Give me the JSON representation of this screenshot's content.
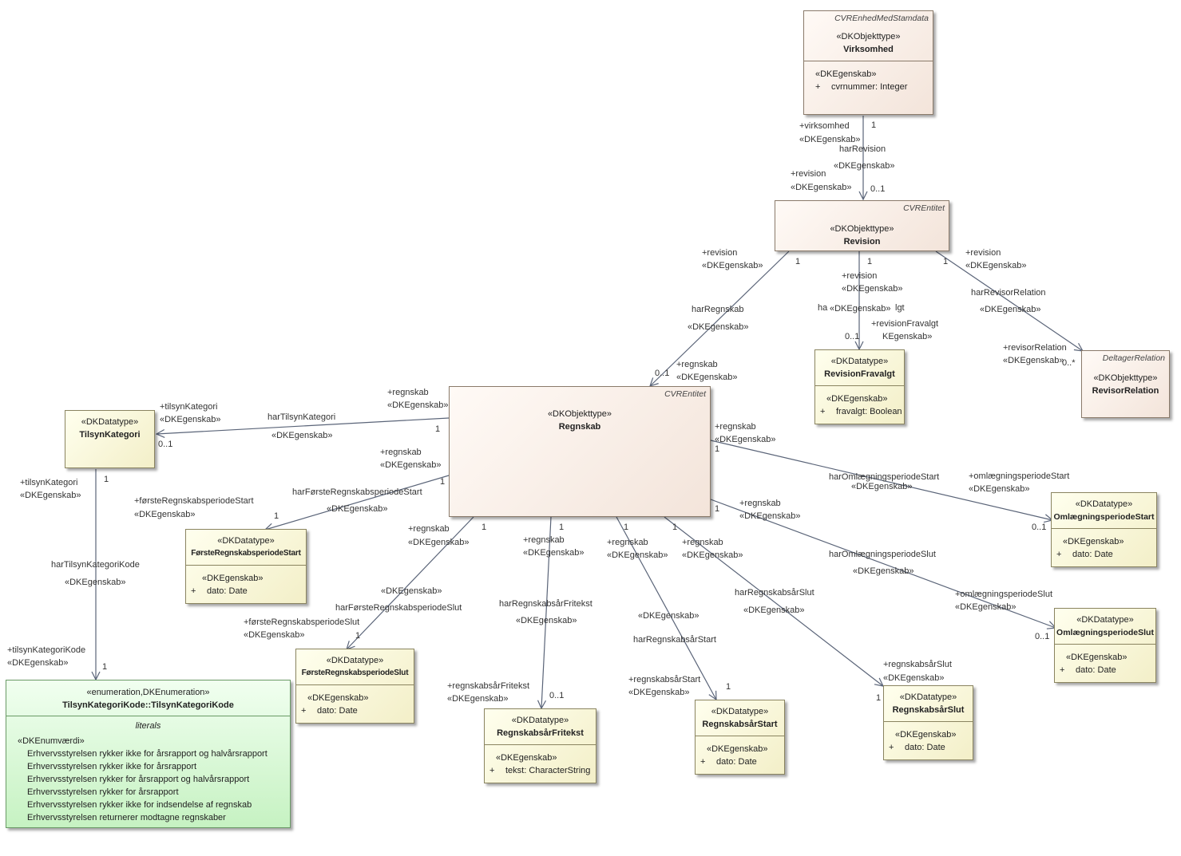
{
  "classes": {
    "virksomhed": {
      "tag": "CVREnhedMedStamdata",
      "stereotype": "«DKObjekttype»",
      "name": "Virksomhed",
      "attr_stereotype": "«DKEgenskab»",
      "attrs": [
        {
          "vis": "+",
          "text": "cvrnummer: Integer"
        }
      ]
    },
    "revision": {
      "tag": "CVREntitet",
      "stereotype": "«DKObjekttype»",
      "name": "Revision"
    },
    "regnskab": {
      "tag": "CVREntitet",
      "stereotype": "«DKObjekttype»",
      "name": "Regnskab"
    },
    "revisorrelation": {
      "tag": "DeltagerRelation",
      "stereotype": "«DKObjekttype»",
      "name": "RevisorRelation"
    },
    "revisionfravalgt": {
      "stereotype": "«DKDatatype»",
      "name": "RevisionFravalgt",
      "attr_stereotype": "«DKEgenskab»",
      "attrs": [
        {
          "vis": "+",
          "text": "fravalgt: Boolean"
        }
      ]
    },
    "tilsynkategori": {
      "stereotype": "«DKDatatype»",
      "name": "TilsynKategori"
    },
    "forsteStart": {
      "stereotype": "«DKDatatype»",
      "name": "FørsteRegnskabsperiodeStart",
      "attr_stereotype": "«DKEgenskab»",
      "attrs": [
        {
          "vis": "+",
          "text": "dato: Date"
        }
      ]
    },
    "forsteSlut": {
      "stereotype": "«DKDatatype»",
      "name": "FørsteRegnskabsperiodeSlut",
      "attr_stereotype": "«DKEgenskab»",
      "attrs": [
        {
          "vis": "+",
          "text": "dato: Date"
        }
      ]
    },
    "fritekst": {
      "stereotype": "«DKDatatype»",
      "name": "RegnskabsårFritekst",
      "attr_stereotype": "«DKEgenskab»",
      "attrs": [
        {
          "vis": "+",
          "text": "tekst: CharacterString"
        }
      ]
    },
    "aarStart": {
      "stereotype": "«DKDatatype»",
      "name": "RegnskabsårStart",
      "attr_stereotype": "«DKEgenskab»",
      "attrs": [
        {
          "vis": "+",
          "text": "dato: Date"
        }
      ]
    },
    "aarSlut": {
      "stereotype": "«DKDatatype»",
      "name": "RegnskabsårSlut",
      "attr_stereotype": "«DKEgenskab»",
      "attrs": [
        {
          "vis": "+",
          "text": "dato: Date"
        }
      ]
    },
    "omlStart": {
      "stereotype": "«DKDatatype»",
      "name": "OmlægningsperiodeStart",
      "attr_stereotype": "«DKEgenskab»",
      "attrs": [
        {
          "vis": "+",
          "text": "dato: Date"
        }
      ]
    },
    "omlSlut": {
      "stereotype": "«DKDatatype»",
      "name": "OmlægningsperiodeSlut",
      "attr_stereotype": "«DKEgenskab»",
      "attrs": [
        {
          "vis": "+",
          "text": "dato: Date"
        }
      ]
    },
    "tilsynKode": {
      "stereotype": "«enumeration,DKEnumeration»",
      "name": "TilsynKategoriKode::TilsynKategoriKode",
      "section_title": "literals",
      "literal_stereotype": "«DKEnumværdi»",
      "literals": [
        "Erhvervsstyrelsen rykker ikke for årsrapport og halvårsrapport",
        "Erhvervsstyrelsen rykker ikke for årsrapport",
        "Erhvervsstyrelsen rykker for årsrapport og halvårsrapport",
        "Erhvervsstyrelsen rykker for årsrapport",
        "Erhvervsstyrelsen rykker ikke for indsendelse af regnskab",
        "Erhvervsstyrelsen returnerer modtagne regnskaber"
      ]
    }
  },
  "labels": [
    {
      "text": "+virksomhed"
    },
    {
      "text": "«DKEgenskab»"
    },
    {
      "text": "1"
    },
    {
      "text": "harRevision"
    },
    {
      "text": "«DKEgenskab»"
    },
    {
      "text": "+revision"
    },
    {
      "text": "«DKEgenskab»"
    },
    {
      "text": "0..1"
    },
    {
      "text": "+revision"
    },
    {
      "text": "«DKEgenskab»"
    },
    {
      "text": "1"
    },
    {
      "text": "harRegnskab"
    },
    {
      "text": "«DKEgenskab»"
    },
    {
      "text": "0..1"
    },
    {
      "text": "+regnskab"
    },
    {
      "text": "«DKEgenskab»"
    },
    {
      "text": "1"
    },
    {
      "text": "+revision"
    },
    {
      "text": "«DKEgenskab»"
    },
    {
      "text": "ha"
    },
    {
      "text": "«DKEgenskab»"
    },
    {
      "text": "lgt"
    },
    {
      "text": "+revisionFravalgt"
    },
    {
      "text": "0..1"
    },
    {
      "text": "KEgenskab»"
    },
    {
      "text": "1"
    },
    {
      "text": "+revision"
    },
    {
      "text": "«DKEgenskab»"
    },
    {
      "text": "harRevisorRelation"
    },
    {
      "text": "«DKEgenskab»"
    },
    {
      "text": "+revisorRelation"
    },
    {
      "text": "«DKEgenskab»"
    },
    {
      "text": "0..*"
    },
    {
      "text": "+regnskab"
    },
    {
      "text": "«DKEgenskab»"
    },
    {
      "text": "1"
    },
    {
      "text": "harTilsynKategori"
    },
    {
      "text": "«DKEgenskab»"
    },
    {
      "text": "+tilsynKategori"
    },
    {
      "text": "«DKEgenskab»"
    },
    {
      "text": "0..1"
    },
    {
      "text": "+tilsynKategori"
    },
    {
      "text": "«DKEgenskab»"
    },
    {
      "text": "1"
    },
    {
      "text": "harTilsynKategoriKode"
    },
    {
      "text": "«DKEgenskab»"
    },
    {
      "text": "+tilsynKategoriKode"
    },
    {
      "text": "«DKEgenskab»"
    },
    {
      "text": "1"
    },
    {
      "text": "+regnskab"
    },
    {
      "text": "«DKEgenskab»"
    },
    {
      "text": "1"
    },
    {
      "text": "harFørsteRegnskabsperiodeStart"
    },
    {
      "text": "«DKEgenskab»"
    },
    {
      "text": "+førsteRegnskabsperiodeStart"
    },
    {
      "text": "«DKEgenskab»"
    },
    {
      "text": "1"
    },
    {
      "text": "+regnskab"
    },
    {
      "text": "«DKEgenskab»"
    },
    {
      "text": "1"
    },
    {
      "text": "«DKEgenskab»"
    },
    {
      "text": "harFørsteRegnskabsperiodeSlut"
    },
    {
      "text": "+førsteRegnskabsperiodeSlut"
    },
    {
      "text": "«DKEgenskab»"
    },
    {
      "text": "1"
    },
    {
      "text": "1"
    },
    {
      "text": "+regnskab"
    },
    {
      "text": "«DKEgenskab»"
    },
    {
      "text": "harRegnskabsårFritekst"
    },
    {
      "text": "«DKEgenskab»"
    },
    {
      "text": "+regnskabsårFritekst"
    },
    {
      "text": "«DKEgenskab»"
    },
    {
      "text": "0..1"
    },
    {
      "text": "1"
    },
    {
      "text": "+regnskab"
    },
    {
      "text": "«DKEgenskab»"
    },
    {
      "text": "«DKEgenskab»"
    },
    {
      "text": "harRegnskabsårStart"
    },
    {
      "text": "+regnskabsårStart"
    },
    {
      "text": "«DKEgenskab»"
    },
    {
      "text": "1"
    },
    {
      "text": "1"
    },
    {
      "text": "+regnskab"
    },
    {
      "text": "«DKEgenskab»"
    },
    {
      "text": "harRegnskabsårSlut"
    },
    {
      "text": "«DKEgenskab»"
    },
    {
      "text": "+regnskabsårSlut"
    },
    {
      "text": "«DKEgenskab»"
    },
    {
      "text": "1"
    },
    {
      "text": "+regnskab"
    },
    {
      "text": "«DKEgenskab»"
    },
    {
      "text": "1"
    },
    {
      "text": "harOmlægningsperiodeStart"
    },
    {
      "text": "«DKEgenskab»"
    },
    {
      "text": "+omlægningsperiodeStart"
    },
    {
      "text": "«DKEgenskab»"
    },
    {
      "text": "0..1"
    },
    {
      "text": "1"
    },
    {
      "text": "+regnskab"
    },
    {
      "text": "«DKEgenskab»"
    },
    {
      "text": "harOmlægningsperiodeSlut"
    },
    {
      "text": "«DKEgenskab»"
    },
    {
      "text": "+omlægningsperiodeSlut"
    },
    {
      "text": "«DKEgenskab»"
    },
    {
      "text": "0..1"
    }
  ]
}
